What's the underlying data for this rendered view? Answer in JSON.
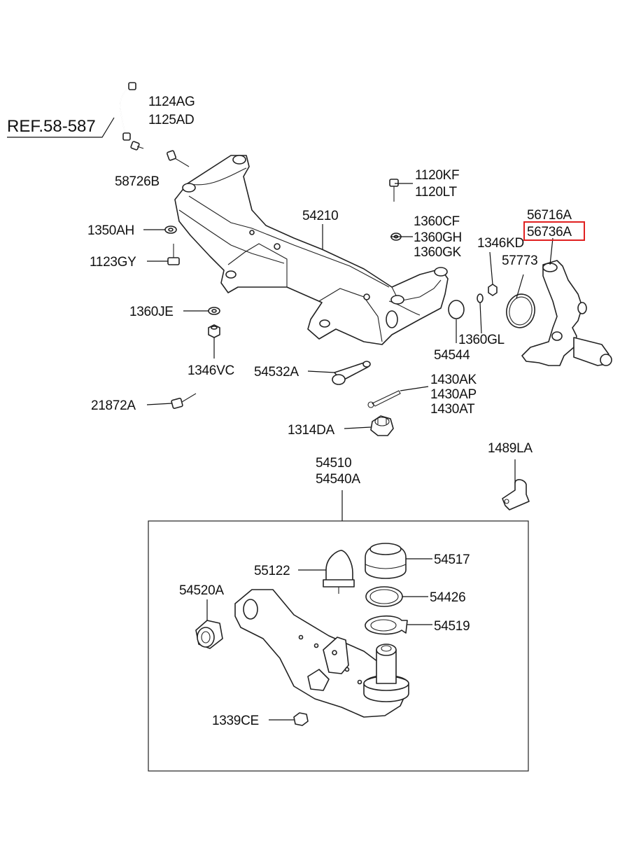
{
  "reference": "REF.58-587",
  "labels": {
    "p1124AG": "1124AG",
    "p1125AD": "1125AD",
    "p58726B": "58726B",
    "p1120KF": "1120KF",
    "p1120LT": "1120LT",
    "p54210": "54210",
    "p1350AH": "1350AH",
    "p1360CF": "1360CF",
    "p1360GH": "1360GH",
    "p1360GK": "1360GK",
    "p56716A": "56716A",
    "p56736A": "56736A",
    "p1346KD": "1346KD",
    "p1123GY": "1123GY",
    "p57773": "57773",
    "p1360JE": "1360JE",
    "p1360GL": "1360GL",
    "p54544": "54544",
    "p1346VC": "1346VC",
    "p54532A": "54532A",
    "p1430AK": "1430AK",
    "p1430AP": "1430AP",
    "p1430AT": "1430AT",
    "p21872A": "21872A",
    "p1314DA": "1314DA",
    "p1489LA": "1489LA",
    "p54510": "54510",
    "p54540A": "54540A",
    "p55122": "55122",
    "p54517": "54517",
    "p54520A": "54520A",
    "p54426": "54426",
    "p54519": "54519",
    "p1339CE": "1339CE"
  },
  "highlighted_part": "56736A",
  "colors": {
    "highlight": "#e02020",
    "ink": "#111111"
  }
}
